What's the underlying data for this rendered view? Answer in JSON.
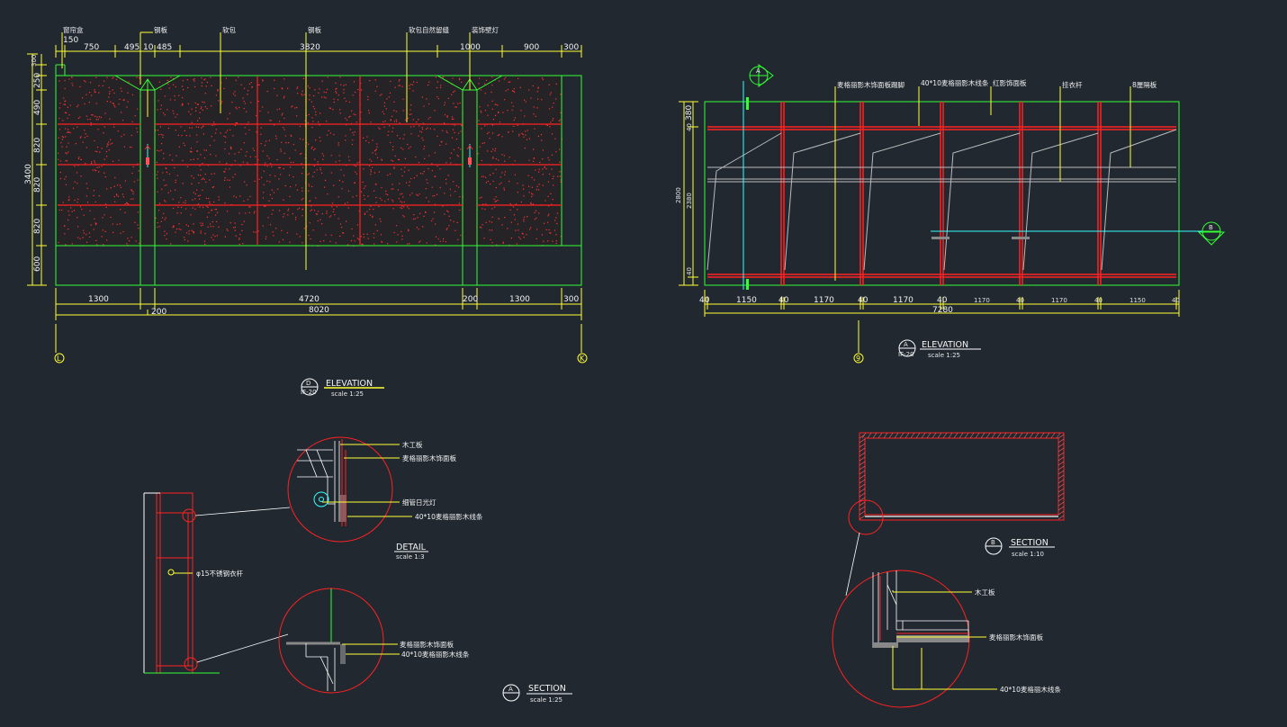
{
  "colors": {
    "background": "#212830",
    "green": "#33ff33",
    "yellow": "#ffff33",
    "red": "#ff2222",
    "cyan": "#33ffff",
    "white": "#ffffff",
    "gray": "#aaaaaa"
  },
  "drawing_D": {
    "title": "ELEVATION",
    "scale": "scale  1:25",
    "marker_letter": "D",
    "marker_ref": "IF-20",
    "top_labels": [
      "窗帘盒",
      "钢板",
      "软包",
      "钢板",
      "软包自然留缝",
      "装饰壁灯"
    ],
    "top_dims": [
      "150",
      "750",
      "495",
      "10",
      "485",
      "3820",
      "1000",
      "900",
      "300"
    ],
    "left_dims": [
      "300",
      "250",
      "490",
      "820",
      "3400",
      "820",
      "820",
      "600"
    ],
    "bottom_dims": [
      "1300",
      "4720",
      "200",
      "1300",
      "300"
    ],
    "bottom_dims2": [
      "200",
      "8020"
    ],
    "axis_left": "L",
    "axis_right": "K"
  },
  "drawing_A_elev": {
    "title": "ELEVATION",
    "scale": "scale  1:25",
    "marker_letter": "A",
    "marker_ref": "IF-20",
    "section_A": "A",
    "section_B": "B",
    "top_labels": [
      "麦格丽影木饰面板踢脚",
      "40*10麦格丽影木线条",
      "红影饰面板",
      "挂衣杆",
      "8厘隔板"
    ],
    "left_dims": [
      "40",
      "380",
      "2800",
      "2380",
      "40"
    ],
    "bottom_dims": [
      "40",
      "1150",
      "40",
      "1170",
      "40",
      "1170",
      "40",
      "1170",
      "40",
      "1170",
      "40",
      "1150",
      "40"
    ],
    "total": "7280",
    "axis": "9"
  },
  "section_A": {
    "title": "SECTION",
    "scale": "scale  1:25",
    "marker_letter": "A",
    "rod_label": "φ15不锈钢衣杆"
  },
  "detail": {
    "title": "DETAIL",
    "scale": "scale  1:3",
    "labels_top": [
      "木工板",
      "麦格丽影木饰面板",
      "细管日光灯",
      "40*10麦格丽影木线条"
    ],
    "labels_bottom": [
      "麦格丽影木饰面板",
      "40*10麦格丽影木线条"
    ]
  },
  "section_B": {
    "title": "SECTION",
    "scale": "scale  1:10",
    "marker_letter": "B",
    "labels": [
      "木工板",
      "麦格丽影木饰面板",
      "40*10麦格丽木线条"
    ]
  }
}
